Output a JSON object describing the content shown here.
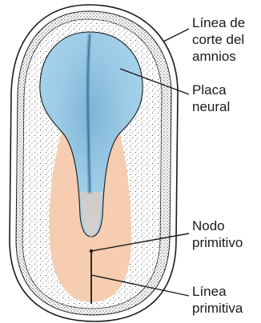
{
  "labels": {
    "amnion_cut_line": [
      "Línea de",
      "corte del",
      "amnios"
    ],
    "neural_plate": [
      "Placa",
      "neural"
    ],
    "primitive_node": [
      "Nodo",
      "primitivo"
    ],
    "primitive_streak": [
      "Línea",
      "primitiva"
    ]
  },
  "colors": {
    "neural_plate": "#9ccbe6",
    "neural_plate_shadow": "#5f9fc4",
    "embryo_disc": "#f6cdb0",
    "stipple": "#222222",
    "outline": "#1a1a1a"
  }
}
